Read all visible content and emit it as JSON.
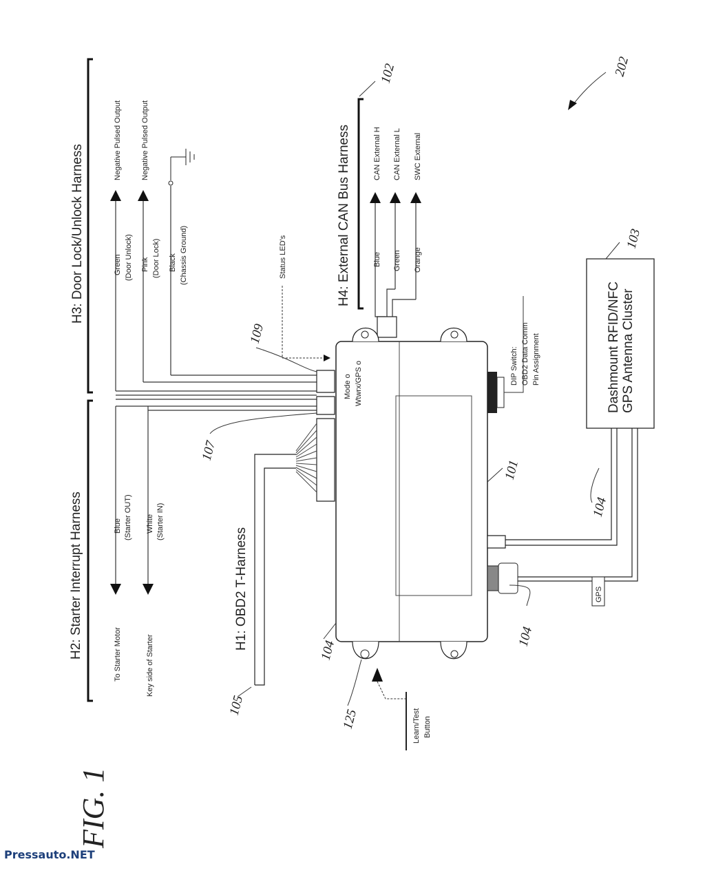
{
  "figure_label": "FIG. 1",
  "watermark": "Pressauto.NET",
  "harness": {
    "h1": "H1: OBD2 T-Harness",
    "h2": "H2: Starter Interrupt Harness",
    "h3": "H3: Door Lock/Unlock Harness",
    "h4": "H4: External CAN Bus Harness"
  },
  "h2_wires": [
    {
      "color": "Blue",
      "desc": "(Starter OUT)",
      "dest": "To Starter Motor"
    },
    {
      "color": "White",
      "desc": "(Starter IN)",
      "dest": "Key side of Starter"
    }
  ],
  "h3_wires": [
    {
      "color": "Green",
      "desc": "(Door Unlock)",
      "dest": "Negative Pulsed Output"
    },
    {
      "color": "Pink",
      "desc": "(Door Lock)",
      "dest": "Negative Pulsed Output"
    },
    {
      "color": "Black",
      "desc": "(Chassis Ground)",
      "dest": ""
    }
  ],
  "h4_wires": [
    {
      "color": "Blue",
      "dest": "CAN External H"
    },
    {
      "color": "Green",
      "dest": "CAN External L"
    },
    {
      "color": "Orange",
      "dest": "SWC External"
    }
  ],
  "labels": {
    "status_leds": "Status LED's",
    "mode": "Mode o",
    "status": "Wtwrx/GPS o",
    "dip_l1": "DIP Switch:",
    "dip_l2": "OBD2 Data Comm",
    "dip_l3": "Pin Assignment",
    "antenna_l1": "Dashmount RFID/NFC",
    "antenna_l2": "GPS Antenna Cluster",
    "gps": "GPS",
    "learn_l1": "Learn/Test",
    "learn_l2": "Button"
  },
  "refs": {
    "r101": "101",
    "r102": "102",
    "r103": "103",
    "r104a": "104",
    "r104b": "104",
    "r104c": "104",
    "r105": "105",
    "r107": "107",
    "r109": "109",
    "r125": "125",
    "r202": "202"
  }
}
